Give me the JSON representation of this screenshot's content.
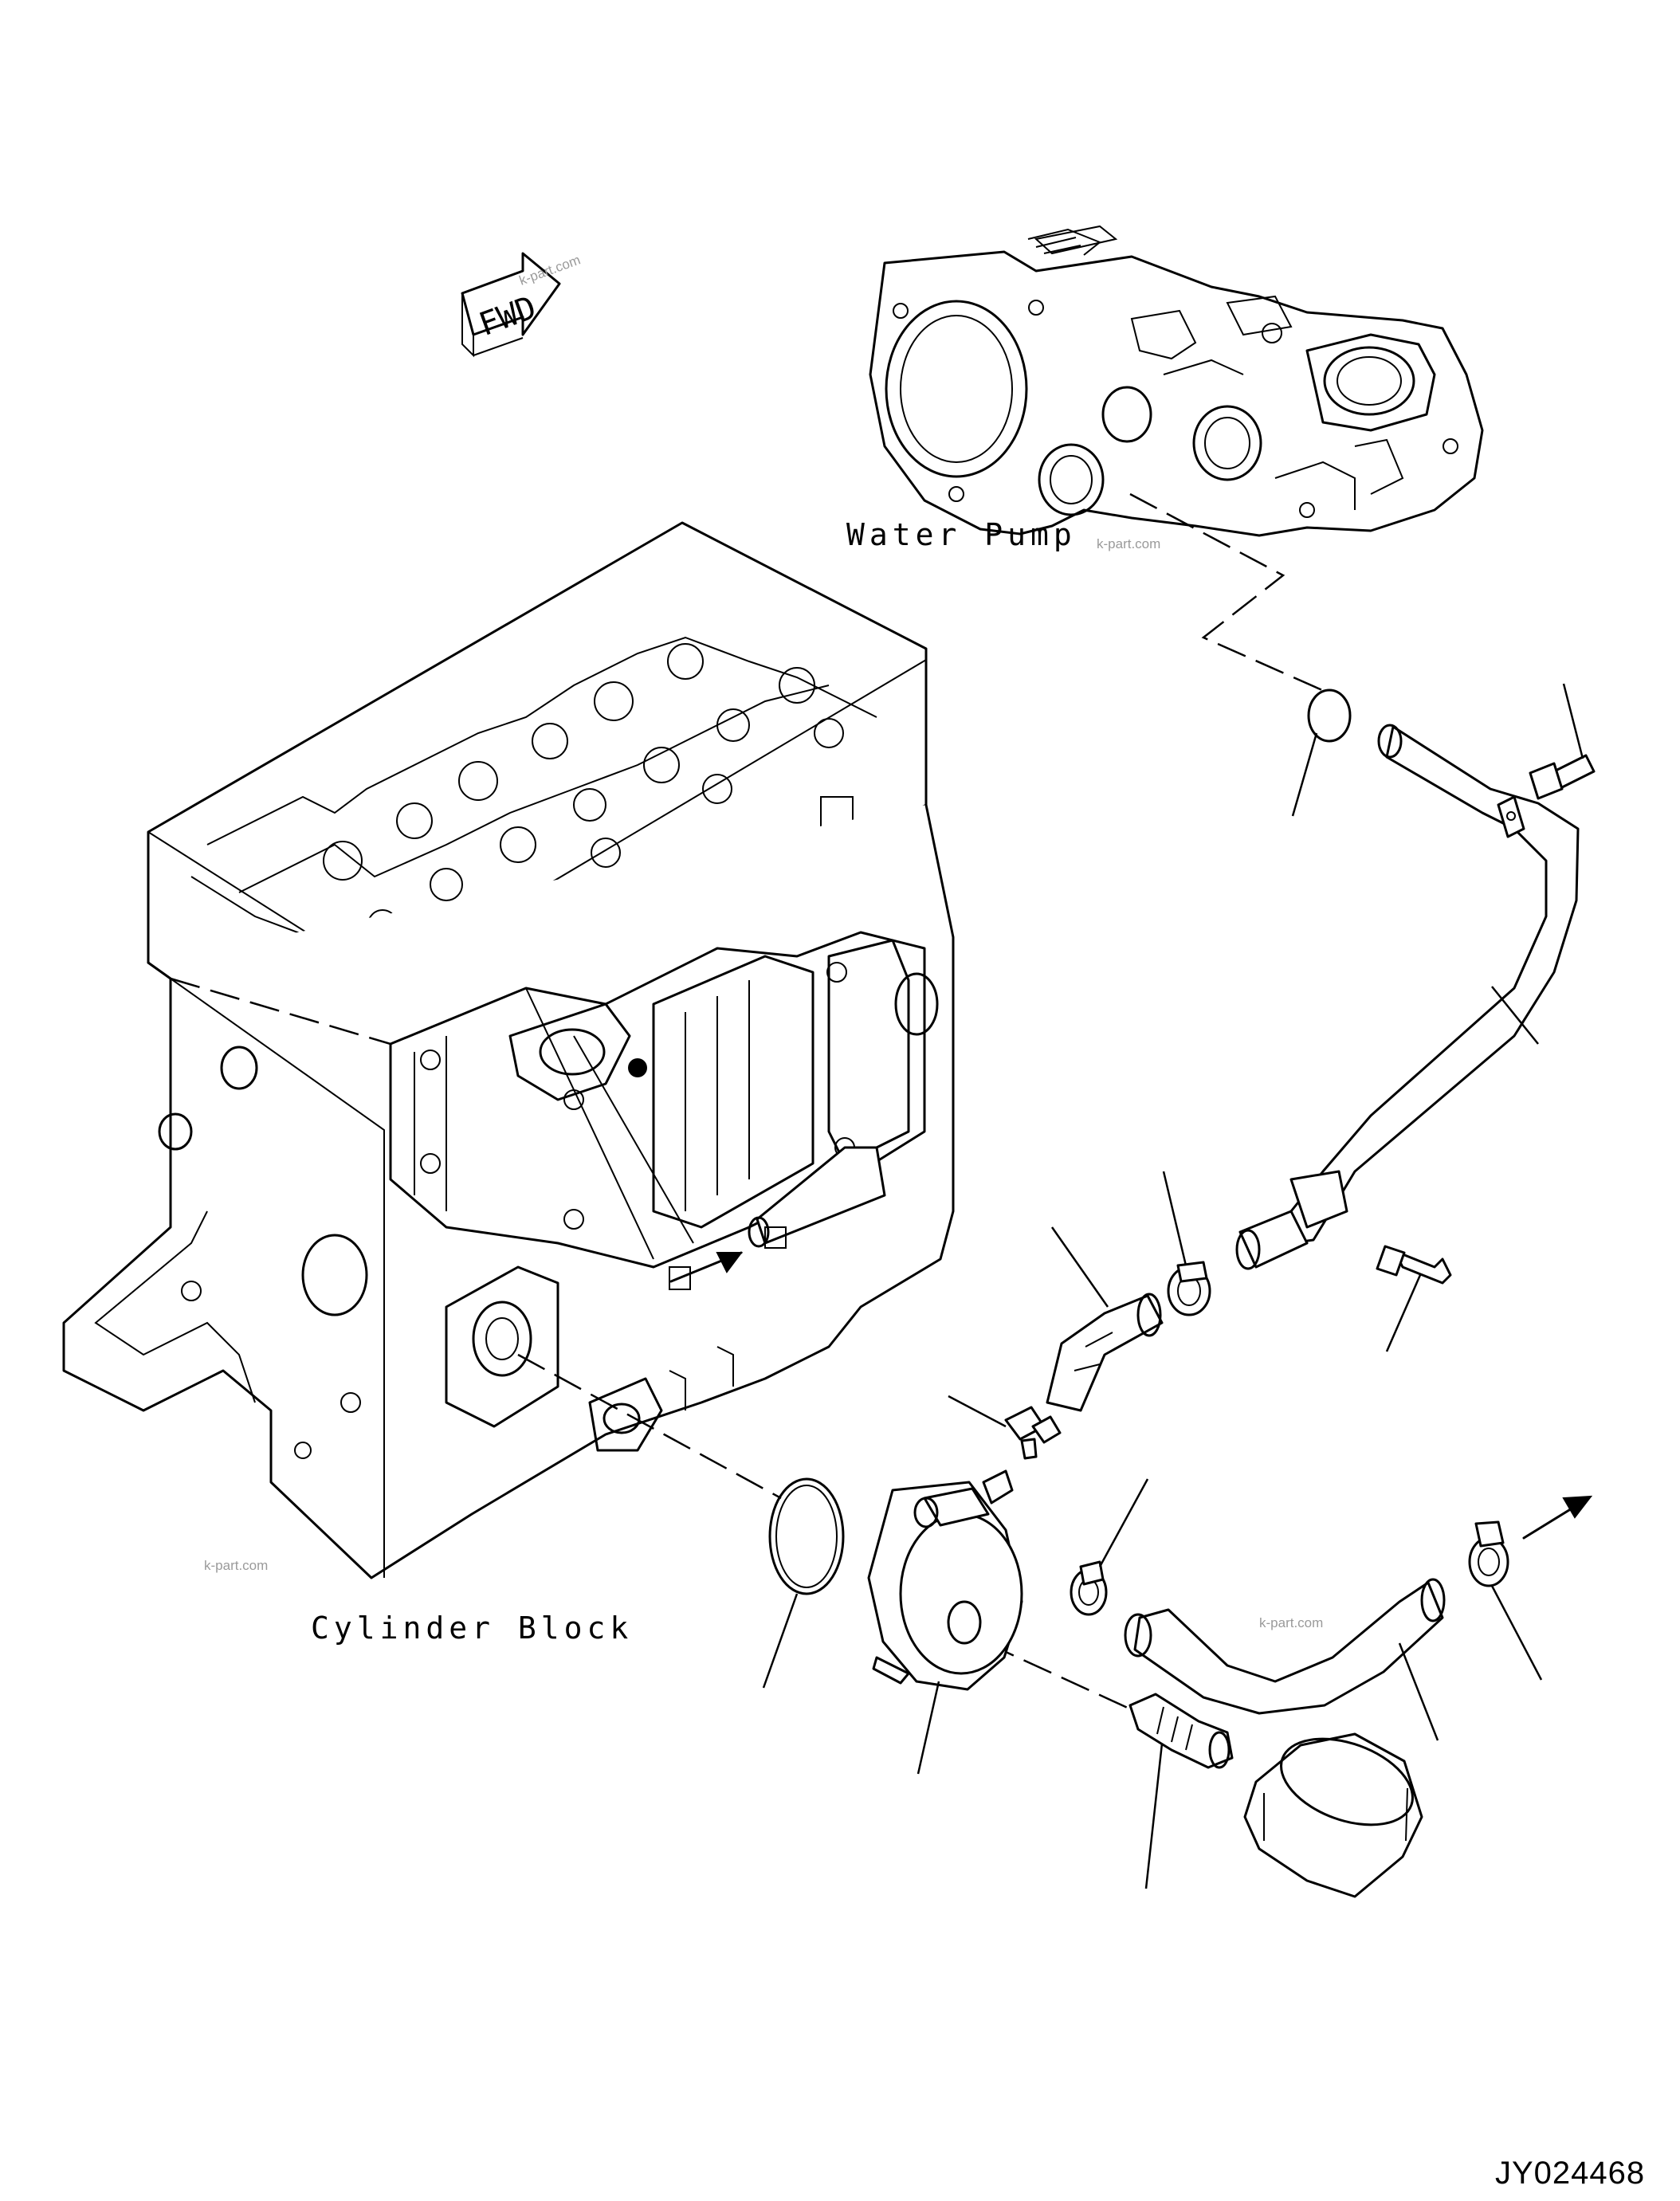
{
  "labels": {
    "water_pump": "Water Pump",
    "cylinder_block": "Cylinder Block",
    "forward_marker": "FWD",
    "diagram_code": "JY024468"
  },
  "watermarks": [
    "k-part.com",
    "k-part.com",
    "k-part.com",
    "k-part.com"
  ],
  "colors": {
    "line": "#000000",
    "background": "#ffffff",
    "watermark": "#9a9a9a"
  }
}
